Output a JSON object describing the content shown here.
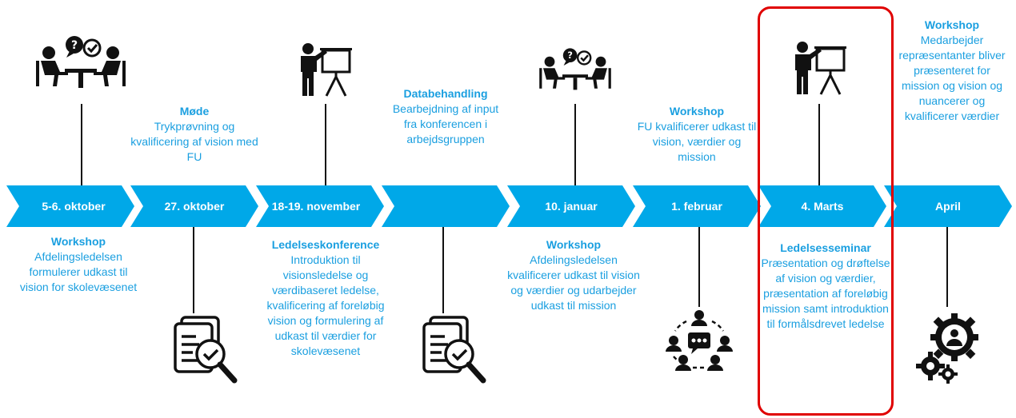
{
  "steps": [
    {
      "date": "5-6. oktober"
    },
    {
      "date": "27. oktober"
    },
    {
      "date": "18-19. november"
    },
    {
      "date": ""
    },
    {
      "date": "10. januar"
    },
    {
      "date": "1. februar"
    },
    {
      "date": "4. Marts"
    },
    {
      "date": "April"
    }
  ],
  "events": {
    "e1": {
      "title": "Workshop",
      "body": "Afdelingsledelsen formulerer udkast til vision for skolevæsenet"
    },
    "e2": {
      "title": "Møde",
      "body": "Trykprøvning og kvalificering af vision med FU"
    },
    "e3": {
      "title": "Ledelseskonference",
      "body": "Introduktion til visionsledelse og værdibaseret ledelse, kvalificering af foreløbig vision og formulering af udkast til værdier for skolevæsenet"
    },
    "e4": {
      "title": "Databehandling",
      "body": "Bearbejdning af input fra konferencen i arbejdsgruppen"
    },
    "e5": {
      "title": "Workshop",
      "body": "Afdelingsledelsen kvalificerer udkast til vision og værdier og udarbejder udkast til mission"
    },
    "e6": {
      "title": "Workshop",
      "body": "FU kvalificerer udkast til vision, værdier og mission"
    },
    "e7": {
      "title": "Ledelsesseminar",
      "body": "Præsentation og drøftelse af vision og værdier, præsentation af foreløbig mission samt introduktion til formålsdrevet ledelse"
    },
    "e8": {
      "title": "Workshop",
      "body": "Medarbejder repræsentanter bliver præsenteret for mission og vision og nuancerer og kvalificerer værdier"
    }
  },
  "colors": {
    "accent": "#00a8e8",
    "text": "#1a9fe0",
    "highlight": "#e00000"
  },
  "icons": [
    "meeting-icon",
    "presenter-icon",
    "document-search-icon",
    "network-people-icon",
    "gear-person-icon"
  ]
}
